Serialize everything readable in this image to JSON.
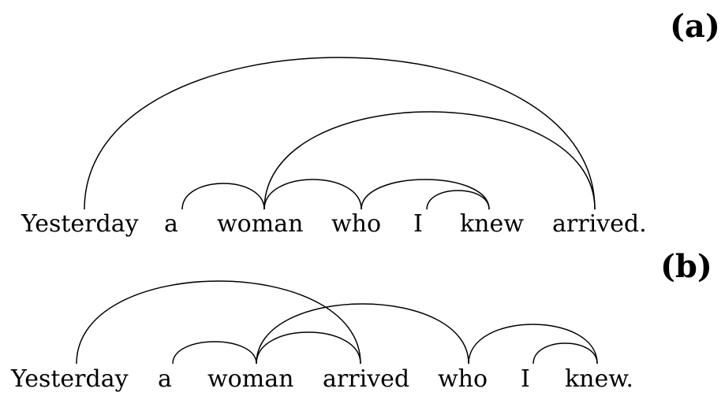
{
  "panels": [
    {
      "id": "a",
      "label": "(a)",
      "words": [
        "Yesterday",
        "a",
        "woman",
        "who",
        "I",
        "knew",
        "arrived."
      ],
      "arcs": [
        [
          0,
          6
        ],
        [
          1,
          2
        ],
        [
          2,
          3
        ],
        [
          2,
          6
        ],
        [
          3,
          5
        ],
        [
          4,
          5
        ]
      ]
    },
    {
      "id": "b",
      "label": "(b)",
      "words": [
        "Yesterday",
        "a",
        "woman",
        "arrived",
        "who",
        "I",
        "knew."
      ],
      "arcs": [
        [
          0,
          3
        ],
        [
          1,
          2
        ],
        [
          2,
          3
        ],
        [
          2,
          4
        ],
        [
          4,
          6
        ],
        [
          5,
          6
        ]
      ]
    }
  ]
}
